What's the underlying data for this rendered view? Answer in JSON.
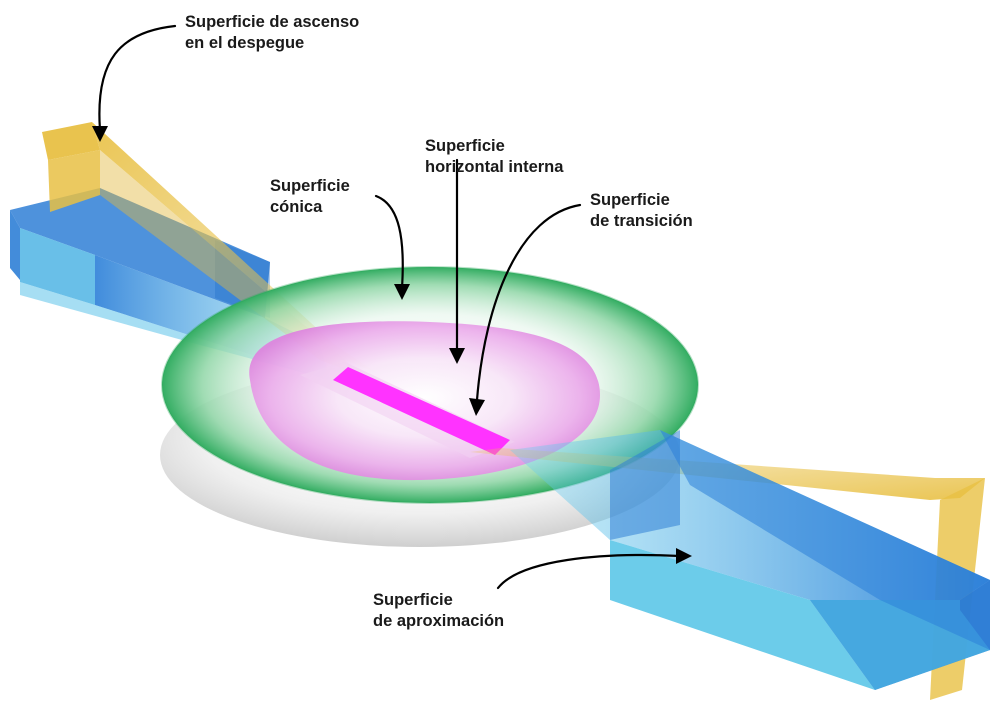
{
  "labels": {
    "takeoff": {
      "line1": "Superficie de ascenso",
      "line2": "en el despegue"
    },
    "conical": {
      "line1": "Superficie",
      "line2": "cónica"
    },
    "inner_horizontal": {
      "line1": "Superficie",
      "line2": "horizontal interna"
    },
    "transitional": {
      "line1": "Superficie",
      "line2": "de transición"
    },
    "approach": {
      "line1": "Superficie",
      "line2": "de aproximación"
    }
  },
  "colors": {
    "approach_blue": "#2e86de",
    "approach_cyan": "#48c6e4",
    "takeoff_yellow": "#e8c044",
    "conical_green": "#38b36a",
    "inner_pink": "#e58fe6",
    "runway": "#ff33ff",
    "shadow": "#d8d8d8"
  }
}
